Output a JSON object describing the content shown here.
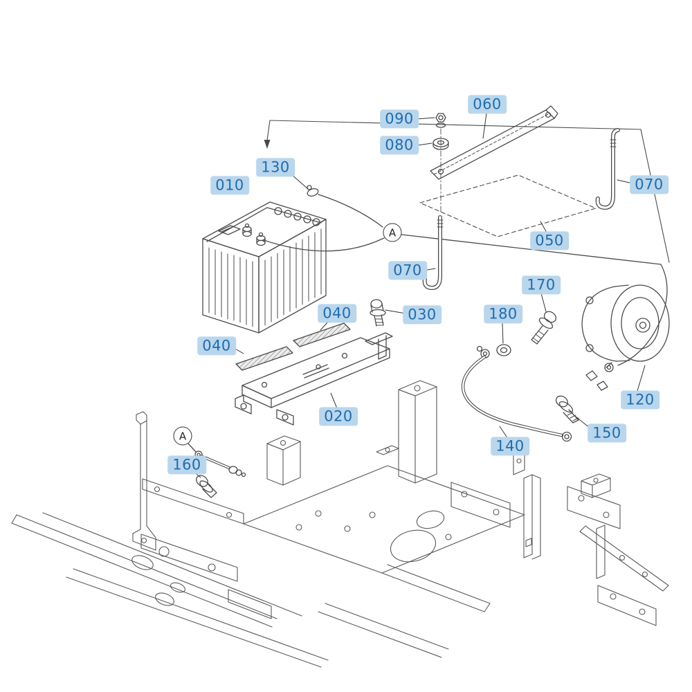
{
  "diagram": {
    "kind": "exploded-parts-diagram",
    "description": "Battery and starter motor mounting exploded view over chassis frame",
    "colors": {
      "callout_background": "#b9d6ec",
      "callout_text": "#1e6cb0",
      "line_art": "#4a4a4a",
      "background": "#ffffff"
    }
  },
  "callouts": [
    {
      "ref": "090",
      "text": "090"
    },
    {
      "ref": "080",
      "text": "080"
    },
    {
      "ref": "060",
      "text": "060"
    },
    {
      "ref": "130",
      "text": "130"
    },
    {
      "ref": "010",
      "text": "010"
    },
    {
      "ref": "070-right",
      "text": "070"
    },
    {
      "ref": "050",
      "text": "050"
    },
    {
      "ref": "070-middle",
      "text": "070"
    },
    {
      "ref": "040-upper",
      "text": "040"
    },
    {
      "ref": "030",
      "text": "030"
    },
    {
      "ref": "170",
      "text": "170"
    },
    {
      "ref": "180",
      "text": "180"
    },
    {
      "ref": "040-lower",
      "text": "040"
    },
    {
      "ref": "020",
      "text": "020"
    },
    {
      "ref": "120",
      "text": "120"
    },
    {
      "ref": "150",
      "text": "150"
    },
    {
      "ref": "140",
      "text": "140"
    },
    {
      "ref": "160",
      "text": "160"
    }
  ],
  "markers": [
    {
      "ref": "A-upper",
      "text": "A"
    },
    {
      "ref": "A-lower",
      "text": "A"
    }
  ]
}
